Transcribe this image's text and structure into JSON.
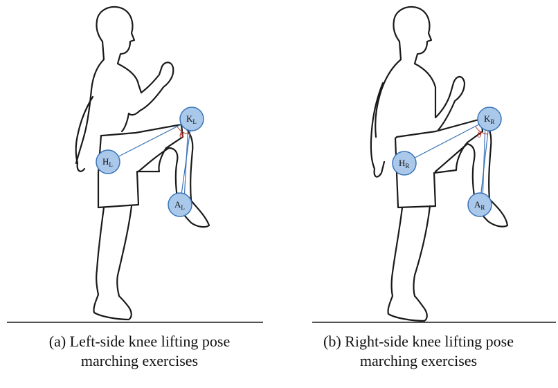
{
  "panels": [
    {
      "id": "a",
      "side": "left",
      "joints": {
        "hip": "H",
        "hip_sub": "L",
        "knee": "K",
        "knee_sub": "L",
        "ankle": "A",
        "ankle_sub": "L"
      },
      "angle_symbol": "θ",
      "caption_line1": "(a) Left-side knee lifting pose",
      "caption_line2": "marching exercises"
    },
    {
      "id": "b",
      "side": "right",
      "joints": {
        "hip": "H",
        "hip_sub": "R",
        "knee": "K",
        "knee_sub": "R",
        "ankle": "A",
        "ankle_sub": "R"
      },
      "angle_symbol": "θ",
      "caption_line1": "(b) Right-side knee lifting pose",
      "caption_line2": "marching exercises"
    }
  ],
  "colors": {
    "figure_outline": "#1a1a1a",
    "joint_fill": "#a9c8ea",
    "joint_stroke": "#3a74b8",
    "connector_line": "#3a74b8",
    "angle_text": "#c0392b",
    "ground_line": "#555555"
  }
}
